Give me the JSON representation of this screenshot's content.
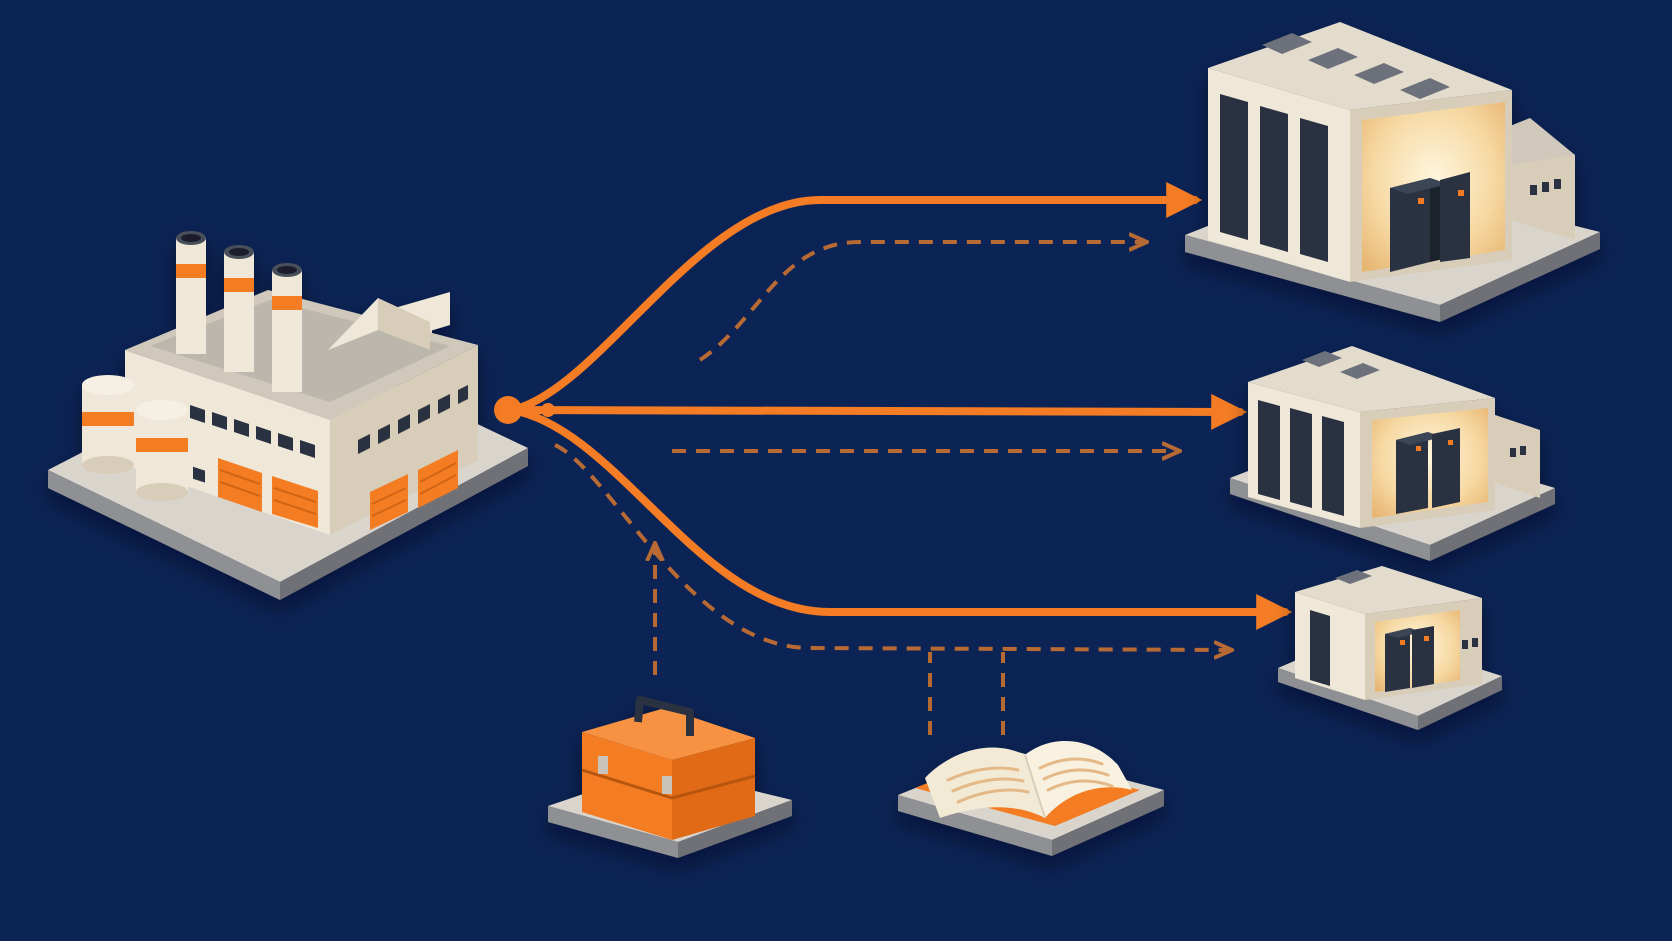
{
  "colors": {
    "background": "#0c2355",
    "accent": "#f47c24",
    "dashed": "#b86a34",
    "cream": "#efe7d7",
    "cream_shadow": "#d8cdb8",
    "window": "#2a3343",
    "base_top": "#d9d5cc",
    "base_side": "#8e9094",
    "glow": "#fff1cf"
  },
  "icons": {
    "source": "factory-icon",
    "destinations": [
      "data-center-large-icon",
      "data-center-medium-icon",
      "data-center-small-icon"
    ],
    "support": [
      "toolbox-icon",
      "open-book-icon"
    ]
  },
  "flows": {
    "solid_routes": [
      "factory-to-large-data-center",
      "factory-to-medium-data-center",
      "factory-to-small-data-center"
    ],
    "dashed_routes": [
      "return-from-large-data-center",
      "return-from-medium-data-center",
      "return-from-small-data-center"
    ],
    "support_links": [
      "toolbox-to-network",
      "book-to-network"
    ]
  }
}
